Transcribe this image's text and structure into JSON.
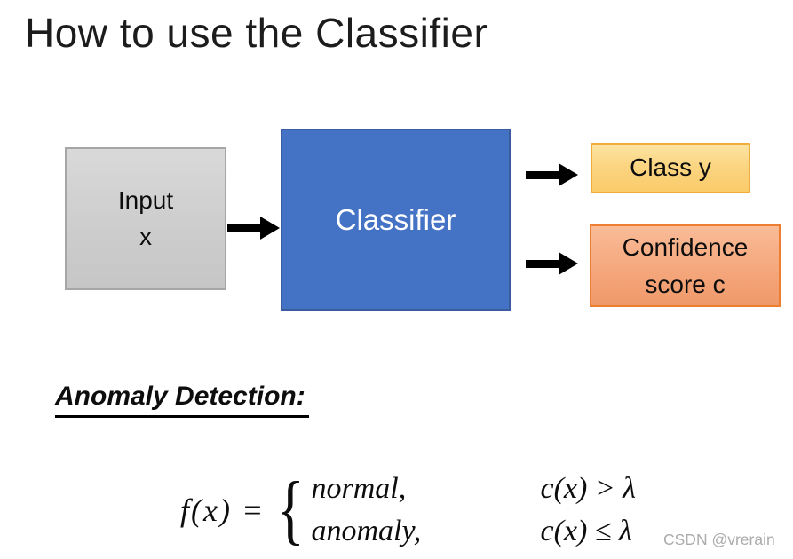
{
  "slide": {
    "title": "How to use the Classifier",
    "diagram": {
      "input_box": {
        "line1": "Input",
        "line2": "x"
      },
      "classifier_box": {
        "label": "Classifier"
      },
      "class_box": {
        "label": "Class y"
      },
      "confidence_box": {
        "line1": "Confidence",
        "line2": "score c"
      },
      "arrows": [
        {
          "name": "input-to-classifier"
        },
        {
          "name": "classifier-to-class"
        },
        {
          "name": "classifier-to-confidence"
        }
      ]
    },
    "section": {
      "heading": "Anomaly Detection:"
    },
    "formula": {
      "lhs": "f(x) =",
      "brace": "{",
      "cases": [
        {
          "value": "normal,",
          "condition": "c(x) > λ"
        },
        {
          "value": "anomaly,",
          "condition": "c(x) ≤ λ"
        }
      ]
    },
    "watermark": "CSDN @vrerain",
    "colors": {
      "classifier_fill": "#4472C4",
      "classifier_border": "#3C5CA0",
      "input_fill": "#CFCFCF",
      "input_border": "#A6A6A6",
      "class_fill": "#FBD582",
      "class_border": "#F0AC3C",
      "confidence_fill": "#F5A97E",
      "confidence_border": "#ED7D31",
      "arrow_black": "#000000"
    }
  }
}
